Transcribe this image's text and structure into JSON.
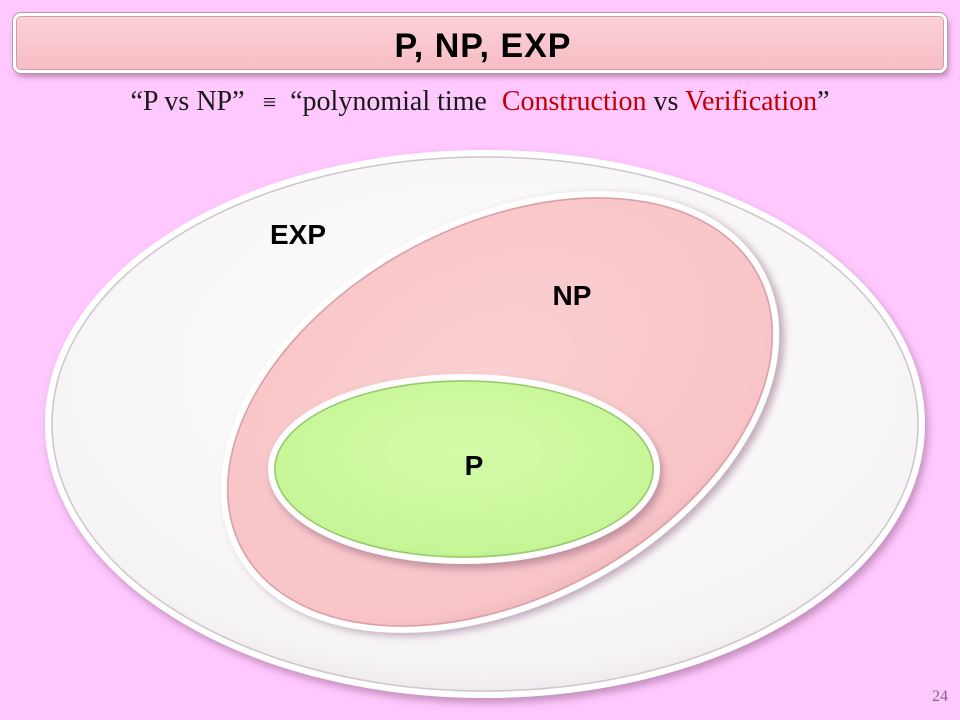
{
  "slide": {
    "title": "P, NP, EXP",
    "subtitle": {
      "open_quote_1": "“",
      "left_term": "P vs NP",
      "close_quote_1": "”",
      "equiv_symbol": "≡",
      "open_quote_2": "“",
      "phrase_part1": "polynomial time",
      "construction": "Construction",
      "vs": "vs",
      "verification": "Verification",
      "close_quote_2": "”"
    },
    "page_number": "24"
  },
  "diagram": {
    "sets": [
      {
        "name": "EXP",
        "fill": "#f7f5f6"
      },
      {
        "name": "NP",
        "fill": "#f8c6c8"
      },
      {
        "name": "P",
        "fill": "#c8f79a"
      }
    ]
  },
  "colors": {
    "background": "#ffc8ff",
    "title_banner": "#f8c2c8",
    "accent_red": "#c00000"
  }
}
